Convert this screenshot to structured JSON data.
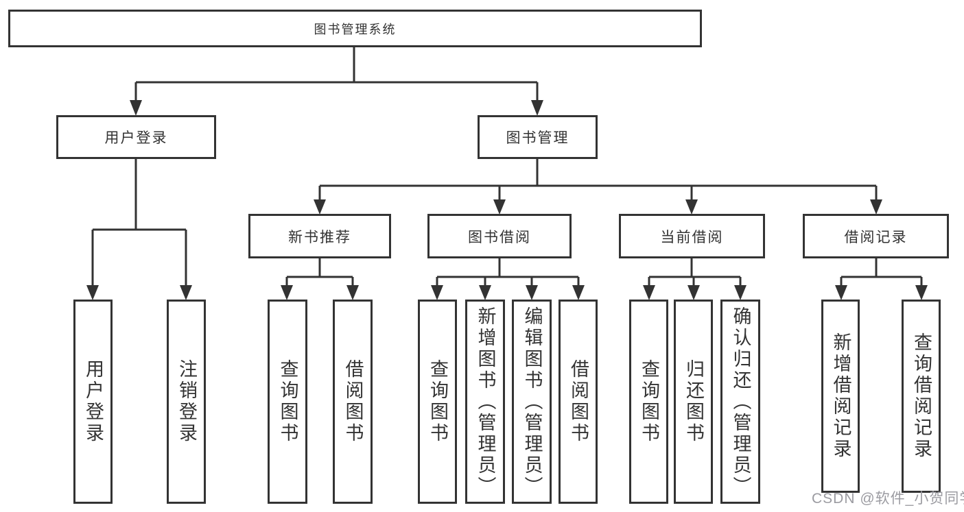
{
  "colors": {
    "line": "#333333",
    "box_border": "#333333",
    "box_background": "#ffffff",
    "text": "#333333",
    "watermark_text": "#9b9ba1"
  },
  "tree": {
    "root": "图书管理系统",
    "children": [
      {
        "label": "用户登录",
        "children": [
          "用户登录",
          "注销登录"
        ]
      },
      {
        "label": "图书管理",
        "children": [
          {
            "label": "新书推荐",
            "children": [
              "查询图书",
              "借阅图书"
            ]
          },
          {
            "label": "图书借阅",
            "children": [
              "查询图书",
              "新增图书（管理员）",
              "编辑图书（管理员）",
              "借阅图书"
            ]
          },
          {
            "label": "当前借阅",
            "children": [
              "查询图书",
              "归还图书",
              "确认归还（管理员）"
            ]
          },
          {
            "label": "借阅记录",
            "children": [
              "新增借阅记录",
              "查询借阅记录"
            ]
          }
        ]
      }
    ]
  },
  "watermark": {
    "text": "CSDN @软件_小贺同学"
  }
}
